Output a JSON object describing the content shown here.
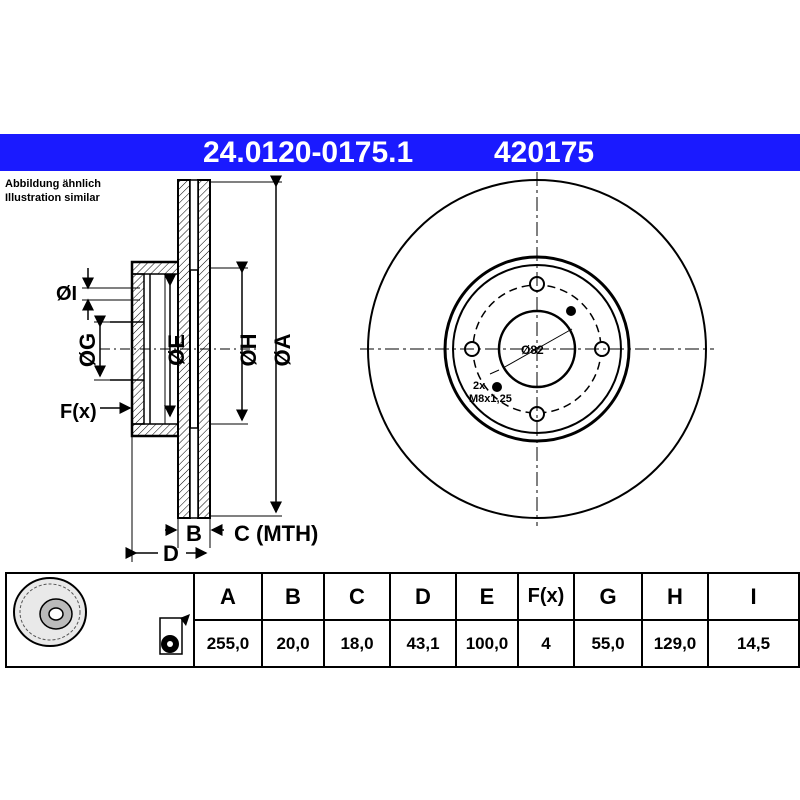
{
  "header": {
    "part_number": "24.0120-0175.1",
    "ref_number": "420175",
    "color": "#1a1aff"
  },
  "note": {
    "line1": "Abbildung ähnlich",
    "line2": "Illustration similar"
  },
  "side_view": {
    "labels": {
      "A": "ØA",
      "H": "ØH",
      "E": "ØE",
      "G": "ØG",
      "I": "ØI",
      "F": "F(x)",
      "B": "B",
      "C": "C (MTH)",
      "D": "D"
    }
  },
  "front_view": {
    "center_bore": "Ø82",
    "thread_count": "2x",
    "thread_size": "M8x1,25"
  },
  "table": {
    "headers": [
      "A",
      "B",
      "C",
      "D",
      "E",
      "F(x)",
      "G",
      "H",
      "I"
    ],
    "values": [
      "255,0",
      "20,0",
      "18,0",
      "43,1",
      "100,0",
      "4",
      "55,0",
      "129,0",
      "14,5"
    ]
  }
}
